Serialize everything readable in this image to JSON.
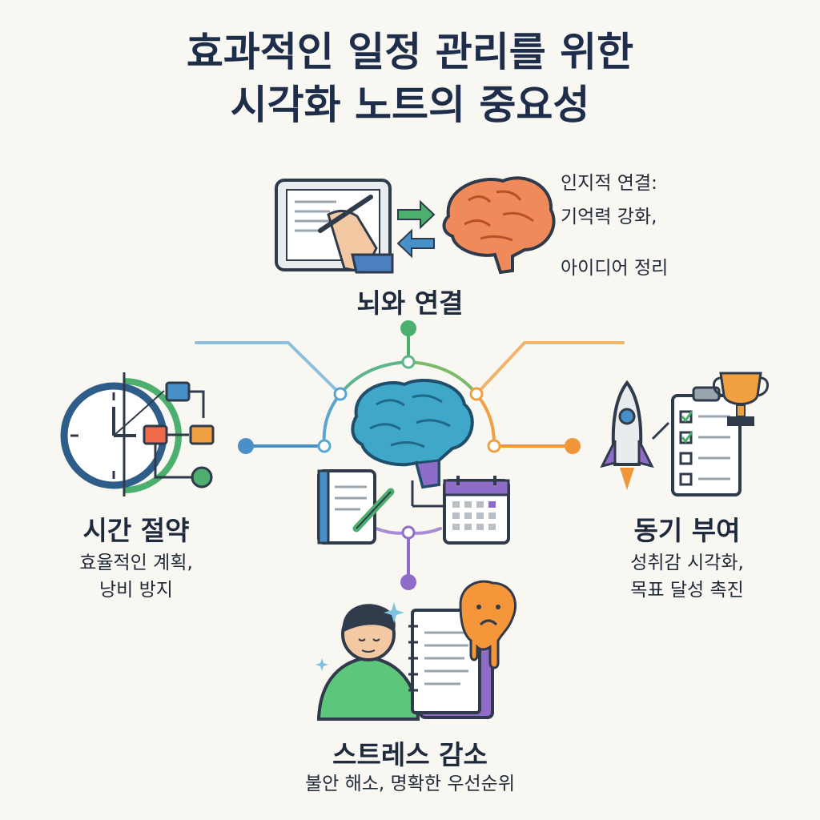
{
  "title": {
    "line1": "효과적인 일정 관리를 위한",
    "line2": "시각화 노트의 중요성"
  },
  "brain": {
    "label": "뇌와 연결",
    "desc1": "인지적 연결:",
    "desc2": "기억력 강화,",
    "desc3": "아이디어 정리"
  },
  "time": {
    "label": "시간 절약",
    "desc1": "효율적인 계획,",
    "desc2": "낭비 방지"
  },
  "motivation": {
    "label": "동기 부여",
    "desc1": "성취감 시각화,",
    "desc2": "목표 달성 촉진"
  },
  "stress": {
    "label": "스트레스 감소",
    "desc": "불안 해소, 명확한 우선순위"
  },
  "colors": {
    "brain_branch": "#4caf6e",
    "time_branch": "#4a90c8",
    "motivation_branch": "#f0963a",
    "stress_branch": "#8e6cc8",
    "title": "#1e2d4a"
  }
}
